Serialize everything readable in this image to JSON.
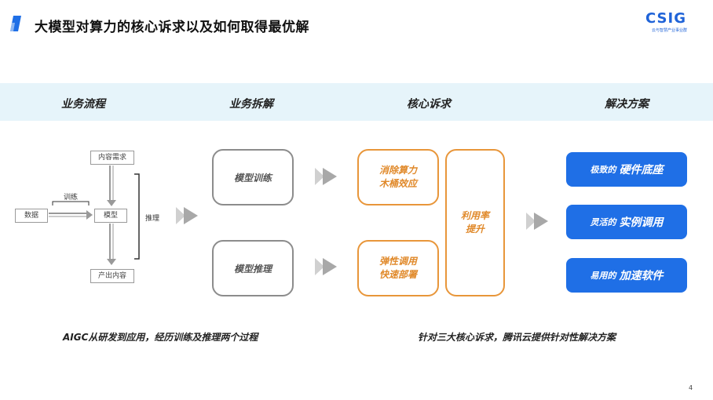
{
  "header": {
    "title": "大模型对算力的核心诉求以及如何取得最优解",
    "logo_text": "CSIG",
    "logo_subtext": "云与智慧产业事业群"
  },
  "columns": {
    "business_flow": "业务流程",
    "business_breakdown": "业务拆解",
    "core_demand": "核心诉求",
    "solution": "解决方案"
  },
  "flow": {
    "content_demand": "内容需求",
    "data": "数据",
    "training": "训练",
    "model": "模型",
    "inference": "推理",
    "output_content": "产出内容"
  },
  "breakdown": {
    "model_training": "模型训练",
    "model_inference": "模型推理"
  },
  "demands": {
    "compute_bucket_line1": "消除算力",
    "compute_bucket_line2": "木桶效应",
    "elastic_line1": "弹性调用",
    "elastic_line2": "快速部署",
    "utilization_line1": "利用率",
    "utilization_line2": "提升"
  },
  "solutions": [
    {
      "prefix": "极致的",
      "main": "硬件底座"
    },
    {
      "prefix": "灵活的",
      "main": "实例调用"
    },
    {
      "prefix": "易用的",
      "main": "加速软件"
    }
  ],
  "captions": {
    "left": "AIGC从研发到应用，经历训练及推理两个过程",
    "right": "针对三大核心诉求，腾讯云提供针对性解决方案"
  },
  "page_number": "4",
  "colors": {
    "accent_blue": "#1f6fe6",
    "accent_orange": "#e8963a",
    "band": "#e6f4fa"
  }
}
